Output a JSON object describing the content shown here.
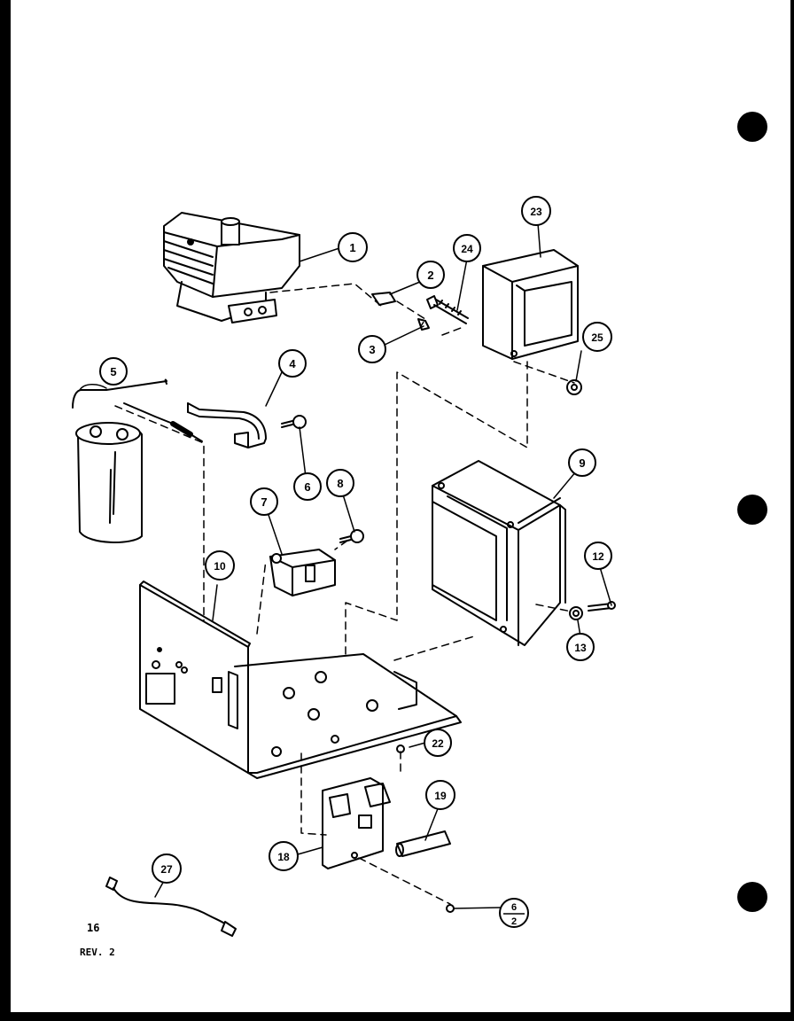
{
  "callouts": [
    {
      "id": "1",
      "text": "1"
    },
    {
      "id": "2",
      "text": "2"
    },
    {
      "id": "3",
      "text": "3"
    },
    {
      "id": "4",
      "text": "4"
    },
    {
      "id": "5",
      "text": "5"
    },
    {
      "id": "6",
      "text": "6"
    },
    {
      "id": "7",
      "text": "7"
    },
    {
      "id": "8",
      "text": "8"
    },
    {
      "id": "9",
      "text": "9"
    },
    {
      "id": "10",
      "text": "10"
    },
    {
      "id": "12",
      "text": "12"
    },
    {
      "id": "13",
      "text": "13"
    },
    {
      "id": "18",
      "text": "18"
    },
    {
      "id": "19",
      "text": "19"
    },
    {
      "id": "22",
      "text": "22"
    },
    {
      "id": "23",
      "text": "23"
    },
    {
      "id": "24",
      "text": "24"
    },
    {
      "id": "25",
      "text": "25"
    },
    {
      "id": "27",
      "text": "27"
    }
  ],
  "fraction_callout": {
    "numerator": "6",
    "denominator": "2"
  },
  "page_number": "16",
  "revision": "REV. 2",
  "colors": {
    "ink": "#000000",
    "paper": "#ffffff"
  }
}
